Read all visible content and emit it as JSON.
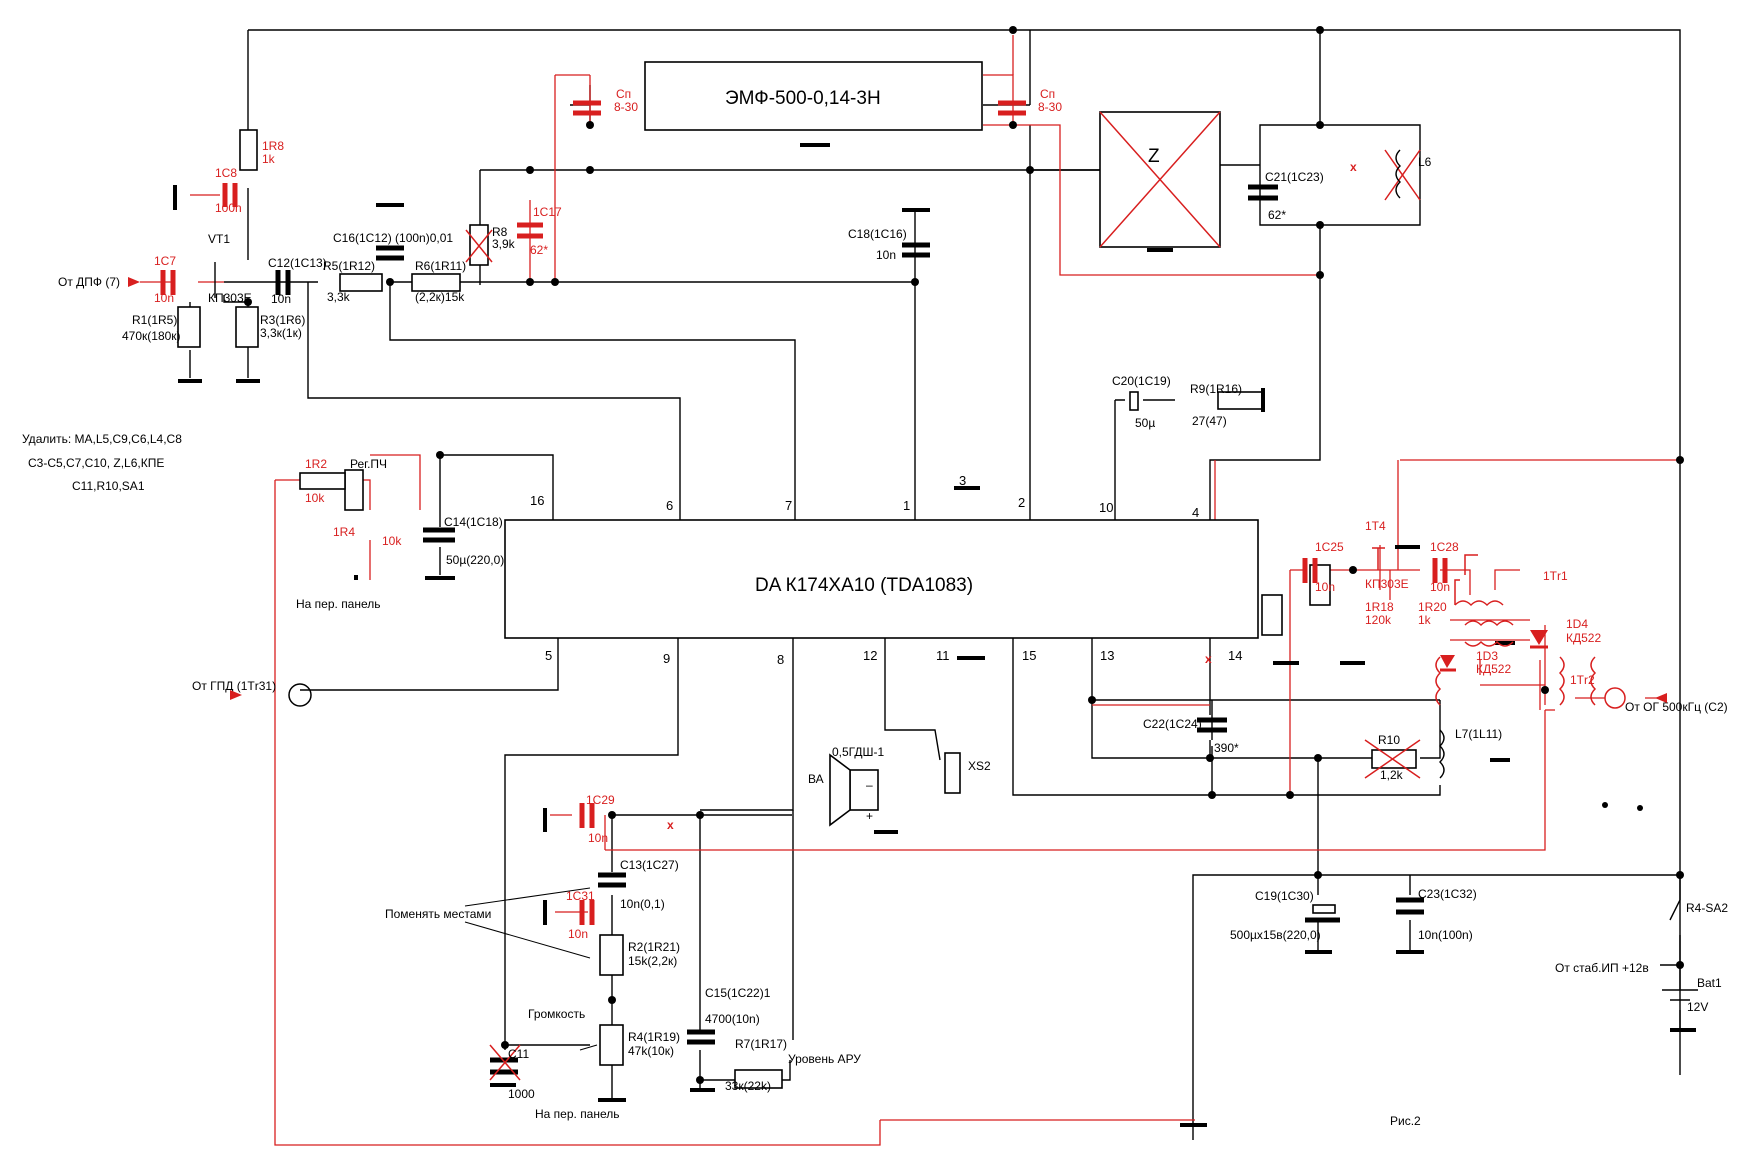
{
  "colors": {
    "wire": "#000000",
    "mod": "#d81f1f",
    "bg": "#ffffff"
  },
  "chip": {
    "label": "DA  К174ХА10 (TDA1083)",
    "pins_top": [
      "16",
      "6",
      "7",
      "1",
      "3",
      "2",
      "10",
      "4"
    ],
    "pins_bottom": [
      "5",
      "9",
      "8",
      "12",
      "11",
      "15",
      "13",
      "14"
    ]
  },
  "filter": {
    "label": "ЭМФ-500-0,14-3Н"
  },
  "zblock": {
    "label": "Z"
  },
  "notes": {
    "remove_line1": "Удалить: МА,L5,С9,С6,L4,С8",
    "remove_line2": "С3-С5,С7,С10, Z,L6,КПЕ",
    "remove_line3": "С11,R10,SA1",
    "swap": "Поменять местами",
    "figure": "Рис.2"
  },
  "labels": {
    "in_dpf": "От ДПФ (7)",
    "in_gpd": "От ГПД (1Тr31)",
    "in_og": "От ОГ 500кГц (С2)",
    "in_stab": "От стаб.ИП +12в",
    "panel1": "На пер. панель",
    "panel2": "На пер. панель",
    "reg_pch": "Рег.ПЧ",
    "volume": "Громкость",
    "agc": "Уровень АРУ",
    "speaker": "0,5ГДШ-1",
    "ba": "ВА",
    "xs2": "XS2",
    "bat": "Bat1",
    "bat_v": "12V",
    "sa2": "R4-SA2",
    "plus": "+",
    "minus": "–"
  },
  "components_black": {
    "vt1": "VT1",
    "vt1_type": "КП303Е",
    "r1": "R1(1R5)",
    "r1_val": "470к(180к)",
    "r3": "R3(1R6)",
    "r3_val": "3,3к(1к)",
    "c12": "C12(1С13)",
    "c12_val": "10n",
    "r5": "R5(1R12)",
    "r5_val": "3,3k",
    "c16": "С16(1С12) (100n)0,01",
    "r6": "R6(1R11)",
    "r6_val": "(2,2к)15k",
    "r8": "R8",
    "r8_val": "3,9k",
    "c18": "С18(1С16)",
    "c18_val": "10n",
    "c21": "С21(1С23)",
    "c21_val": "62*",
    "l6": "L6",
    "c20": "С20(1С19)",
    "c20_val": "50µ",
    "r9": "R9(1R16)",
    "r9_val": "27(47)",
    "c14": "С14(1С18)",
    "c14_val": "50µ(220,0)",
    "c22": "С22(1С24)",
    "c22_val": "390*",
    "r10": "R10",
    "r10_val": "1,2k",
    "l7": "L7(1L11)",
    "c13": "С13(1С27)",
    "c13_val": "10n(0,1)",
    "r2": "R2(1R21)",
    "r2_val": "15k(2,2к)",
    "r4": "R4(1R19)",
    "r4_val": "47k(10к)",
    "c11": "С11",
    "c11_val": "1000",
    "c15": "С15(1С22)1",
    "c15_val": "4700(10n)",
    "r7": "R7(1R17)",
    "r7_val": "33к(22k)",
    "c19": "С19(1С30)",
    "c19_val": "500µх15в(220,0)",
    "c23": "С23(1С32)",
    "c23_val": "10n(100n)"
  },
  "components_red": {
    "c7": "1С7",
    "c7_val": "10n",
    "c8": "1С8",
    "c8_val": "100n",
    "r8r": "1R8",
    "r8r_val": "1k",
    "c17": "1С17",
    "c17_val": "62*",
    "cp1": "Сп",
    "cp1_val": "8-30",
    "cp2": "Сп",
    "cp2_val": "8-30",
    "r2r": "1R2",
    "r2r_val": "10k",
    "r4r": "1R4",
    "r4r_val": "10k",
    "c25": "1С25",
    "c25_val": "10n",
    "t4": "1Т4",
    "t4_type": "КП303Е",
    "c28": "1С28",
    "c28_val": "10n",
    "r18": "1R18",
    "r18_val": "120k",
    "r20": "1R20",
    "r20_val": "1k",
    "tr1": "1Тr1",
    "d3": "1D3",
    "d3_type": "КД522",
    "d4": "1D4",
    "d4_type": "КД522",
    "tr2": "1Тr2",
    "c29": "1С29",
    "c29_val": "10n",
    "c31": "1С31",
    "c31_val": "10n"
  }
}
